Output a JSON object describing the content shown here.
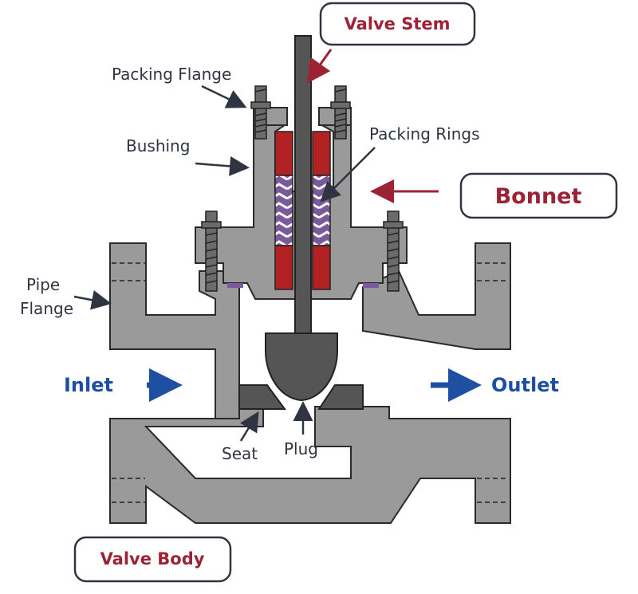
{
  "labels": {
    "valve_stem": "Valve Stem",
    "packing_flange": "Packing Flange",
    "bushing": "Bushing",
    "packing_rings": "Packing Rings",
    "bonnet": "Bonnet",
    "pipe_flange_line1": "Pipe",
    "pipe_flange_line2": "Flange",
    "inlet": "Inlet",
    "outlet": "Outlet",
    "seat": "Seat",
    "plug": "Plug",
    "valve_body": "Valve Body"
  },
  "colors": {
    "body_gray": "#9a9a9a",
    "dark_gray": "#555555",
    "packing_red": "#b22222",
    "packing_purple": "#7a5a9a",
    "label_dark": "#2f3441",
    "label_red": "#9b2335",
    "flow_blue": "#1f4fa0"
  }
}
